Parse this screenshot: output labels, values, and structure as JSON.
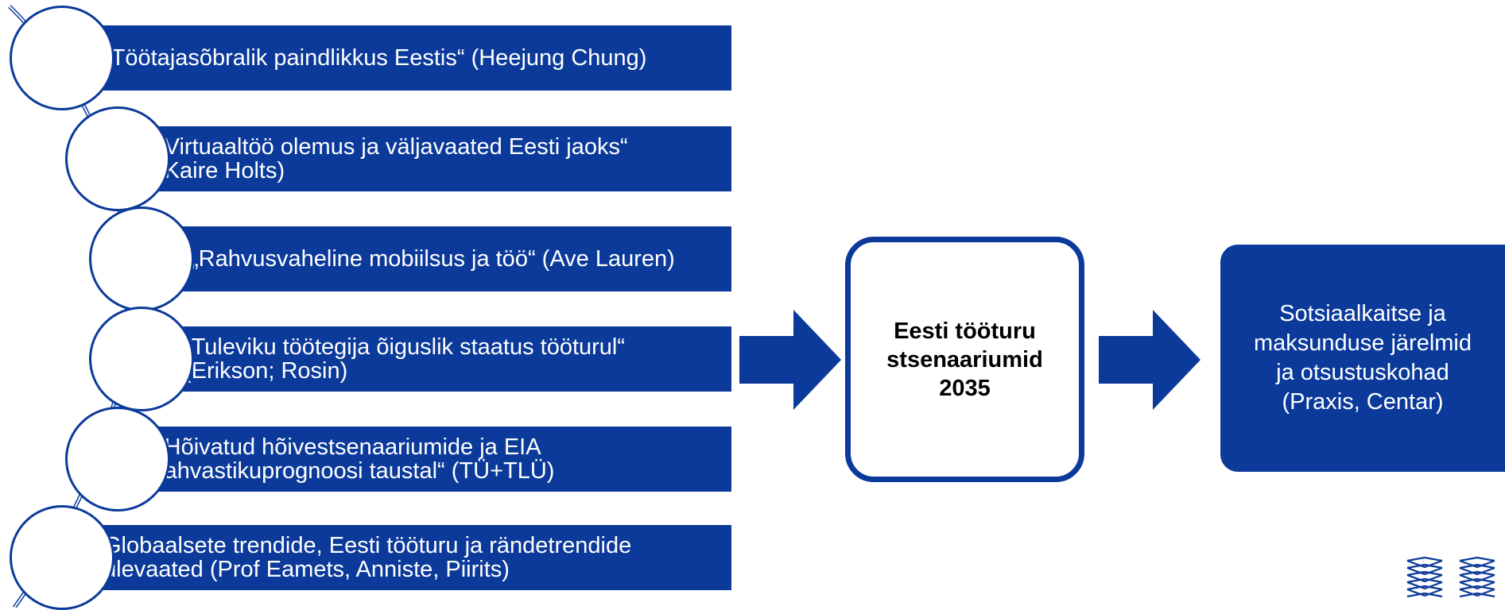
{
  "inputs": [
    {
      "text": "„Töötajasõbralik paindlikkus Eestis“ (Heejung Chung)"
    },
    {
      "text": "„Virtuaaltöö olemus ja väljavaated Eesti jaoks“\n(Kaire Holts)"
    },
    {
      "text": "„Rahvusvaheline mobiilsus ja töö“ (Ave Lauren)"
    },
    {
      "text": "„Tuleviku töötegija õiguslik staatus tööturul“\n(Erikson; Rosin)"
    },
    {
      "text": "„Hõivatud hõivestsenaariumide ja EIA\nrahvastikuprognoosi taustal“ (TÜ+TLÜ)"
    },
    {
      "text": "Globaalsete trendide, Eesti tööturu ja rändetrendide\nülevaated (Prof Eamets, Anniste, Piirits)"
    }
  ],
  "center": {
    "text": "Eesti tööturu\nstsenaariumid\n2035"
  },
  "output": {
    "text": "Sotsiaalkaitse ja\nmaksunduse järelmid\nja otsustuskohad\n(Praxis, Centar)"
  },
  "colors": {
    "primary": "#0b3a9a",
    "background": "#ffffff"
  }
}
